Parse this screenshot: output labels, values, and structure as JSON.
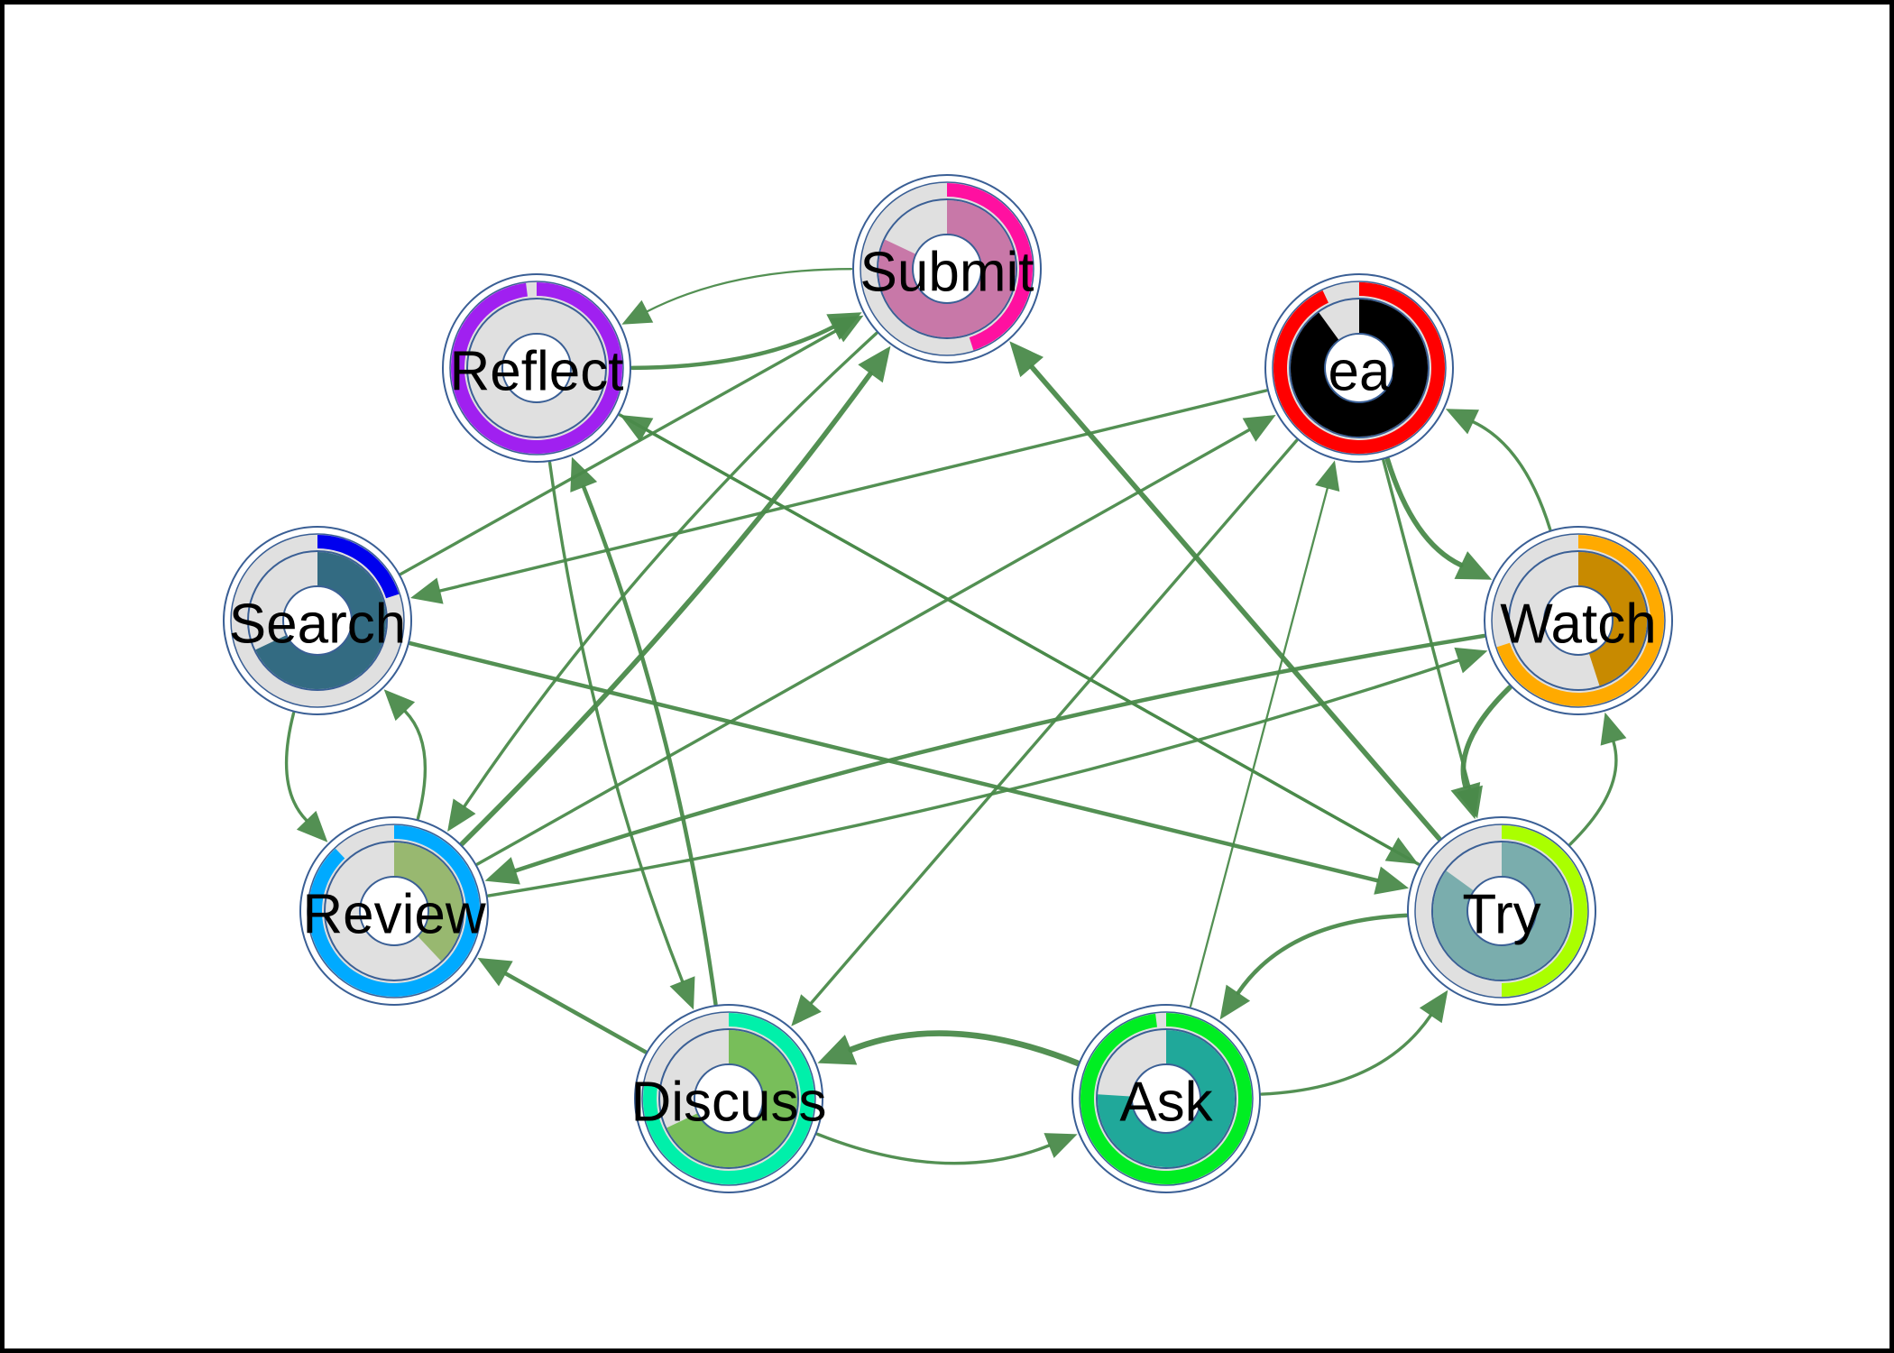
{
  "edge_color": "#4a8a4a",
  "nodes": [
    {
      "id": "reflect",
      "label": "Reflect",
      "mid_color": "#e0e0e0",
      "outer_color": "#a020f0",
      "outer_frac": 0.98,
      "inner_color": "#e0e0e0",
      "inner_frac": 0.01
    },
    {
      "id": "submit",
      "label": "Submit",
      "mid_color": "#e0e0e0",
      "outer_color": "#ff10a0",
      "outer_frac": 0.45,
      "inner_color": "#c878a8",
      "inner_frac": 0.82
    },
    {
      "id": "lead",
      "label": "Lead",
      "mid_color": "#e0e0e0",
      "outer_color": "#ff0000",
      "outer_frac": 0.93,
      "inner_color": "#000000",
      "inner_frac": 0.9
    },
    {
      "id": "search",
      "label": "Search",
      "mid_color": "#e0e0e0",
      "outer_color": "#0000ee",
      "outer_frac": 0.2,
      "inner_color": "#336b82",
      "inner_frac": 0.68
    },
    {
      "id": "watch",
      "label": "Watch",
      "mid_color": "#e0e0e0",
      "outer_color": "#ffaa00",
      "outer_frac": 0.7,
      "inner_color": "#c88a00",
      "inner_frac": 0.45
    },
    {
      "id": "review",
      "label": "Review",
      "mid_color": "#e0e0e0",
      "outer_color": "#00aaff",
      "outer_frac": 0.88,
      "inner_color": "#98b870",
      "inner_frac": 0.38
    },
    {
      "id": "try",
      "label": "Try",
      "mid_color": "#e0e0e0",
      "outer_color": "#aaff00",
      "outer_frac": 0.5,
      "inner_color": "#7aadad",
      "inner_frac": 0.85
    },
    {
      "id": "discuss",
      "label": "Discuss",
      "mid_color": "#e0e0e0",
      "outer_color": "#00f0aa",
      "outer_frac": 0.78,
      "inner_color": "#78be5a",
      "inner_frac": 0.68
    },
    {
      "id": "ask",
      "label": "Ask",
      "mid_color": "#e0e0e0",
      "outer_color": "#00ee22",
      "outer_frac": 0.98,
      "inner_color": "#20a89a",
      "inner_frac": 0.76
    }
  ],
  "edges": [
    {
      "from": "reflect",
      "to": "submit",
      "weight": 3,
      "bend": 0.12
    },
    {
      "from": "submit",
      "to": "reflect",
      "weight": 1,
      "bend": 0.12
    },
    {
      "from": "search",
      "to": "submit",
      "weight": 2,
      "bend": 0
    },
    {
      "from": "review",
      "to": "submit",
      "weight": 4,
      "bend": 0.04
    },
    {
      "from": "submit",
      "to": "review",
      "weight": 2,
      "bend": 0.06
    },
    {
      "from": "try",
      "to": "submit",
      "weight": 4,
      "bend": 0
    },
    {
      "from": "try",
      "to": "reflect",
      "weight": 2,
      "bend": 0
    },
    {
      "from": "reflect",
      "to": "try",
      "weight": 2,
      "bend": 0
    },
    {
      "from": "discuss",
      "to": "reflect",
      "weight": 3,
      "bend": 0.06
    },
    {
      "from": "reflect",
      "to": "discuss",
      "weight": 2,
      "bend": 0.06
    },
    {
      "from": "lead",
      "to": "search",
      "weight": 2,
      "bend": 0
    },
    {
      "from": "review",
      "to": "lead",
      "weight": 2,
      "bend": 0
    },
    {
      "from": "lead",
      "to": "discuss",
      "weight": 2,
      "bend": 0
    },
    {
      "from": "ask",
      "to": "lead",
      "weight": 1,
      "bend": 0
    },
    {
      "from": "lead",
      "to": "watch",
      "weight": 4,
      "bend": 0.22
    },
    {
      "from": "watch",
      "to": "lead",
      "weight": 2,
      "bend": 0.22
    },
    {
      "from": "lead",
      "to": "try",
      "weight": 2,
      "bend": 0
    },
    {
      "from": "search",
      "to": "try",
      "weight": 3,
      "bend": 0
    },
    {
      "from": "search",
      "to": "review",
      "weight": 2,
      "bend": 0.28
    },
    {
      "from": "review",
      "to": "search",
      "weight": 2,
      "bend": 0.28
    },
    {
      "from": "watch",
      "to": "review",
      "weight": 3,
      "bend": 0.04
    },
    {
      "from": "review",
      "to": "watch",
      "weight": 2,
      "bend": 0.04
    },
    {
      "from": "watch",
      "to": "try",
      "weight": 4,
      "bend": 0.3
    },
    {
      "from": "try",
      "to": "watch",
      "weight": 2,
      "bend": 0.3
    },
    {
      "from": "discuss",
      "to": "review",
      "weight": 3,
      "bend": 0
    },
    {
      "from": "discuss",
      "to": "ask",
      "weight": 2,
      "bend": 0.2
    },
    {
      "from": "ask",
      "to": "discuss",
      "weight": 5,
      "bend": 0.2
    },
    {
      "from": "ask",
      "to": "try",
      "weight": 2,
      "bend": 0.25
    },
    {
      "from": "try",
      "to": "ask",
      "weight": 3,
      "bend": 0.25
    }
  ]
}
